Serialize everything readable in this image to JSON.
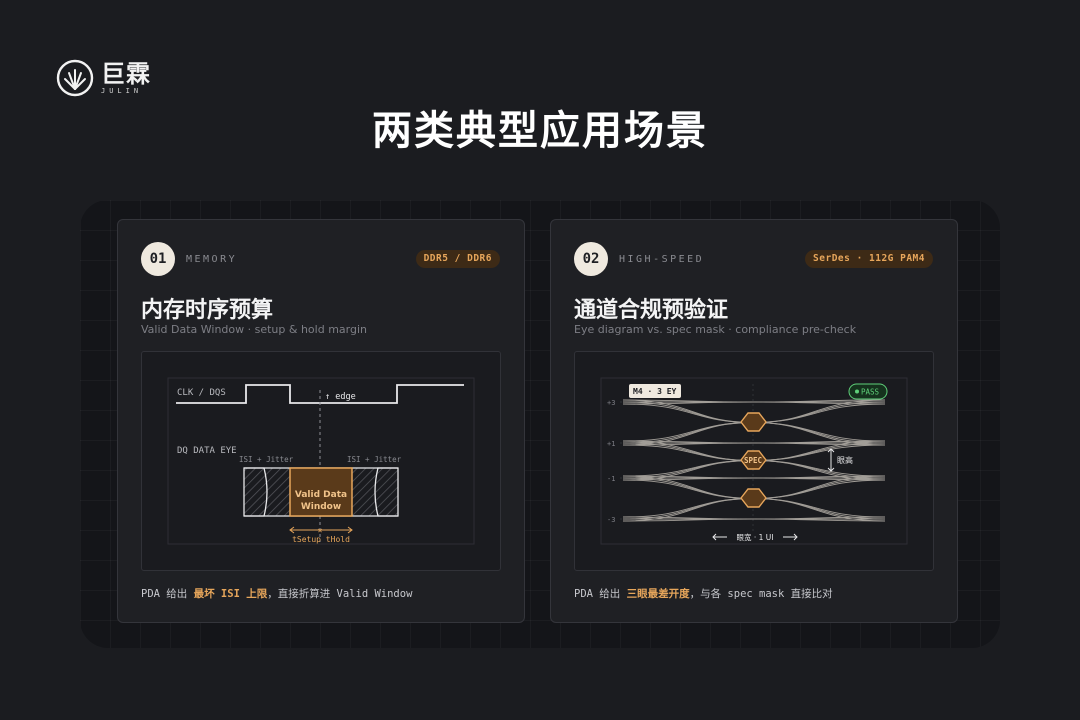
{
  "brand": {
    "name_cn": "巨霖",
    "name_en": "JULIN"
  },
  "page": {
    "title": "两类典型应用场景"
  },
  "cards": [
    {
      "number": "01",
      "kicker": "MEMORY",
      "tag": "DDR5 / DDR6",
      "title": "内存时序预算",
      "subtitle": "Valid Data Window · setup & hold margin",
      "diagram": {
        "clk_label": "CLK / DQS",
        "edge_label": "↑ edge",
        "eye_label": "DQ DATA EYE",
        "isi_left": "ISI + Jitter",
        "isi_right": "ISI + Jitter",
        "window_line1": "Valid Data",
        "window_line2": "Window",
        "setup_hold": "tSetup tHold"
      },
      "footnote": {
        "pre": "PDA 给出 ",
        "highlight": "最坏 ISI 上限",
        "post": "，直接折算进 Valid Window"
      }
    },
    {
      "number": "02",
      "kicker": "HIGH-SPEED",
      "tag": "SerDes · 112G PAM4",
      "title": "通道合规预验证",
      "subtitle": "Eye diagram vs. spec mask · compliance pre-check",
      "diagram": {
        "eye_tag": "M4 · 3 EY",
        "pass_label": "PASS",
        "y_ticks": [
          "+3",
          "+1",
          "-1",
          "-3"
        ],
        "spec_label": "SPEC",
        "height_label": "眼高",
        "width_label": "眼宽 · 1 UI"
      },
      "footnote": {
        "pre": "PDA 给出 ",
        "highlight": "三眼最差开度",
        "post": "，与各 spec mask 直接比对"
      }
    }
  ],
  "colors": {
    "accent": "#e7a65b",
    "pass": "#5fd07a",
    "tag_bg": "#3d2a16"
  }
}
